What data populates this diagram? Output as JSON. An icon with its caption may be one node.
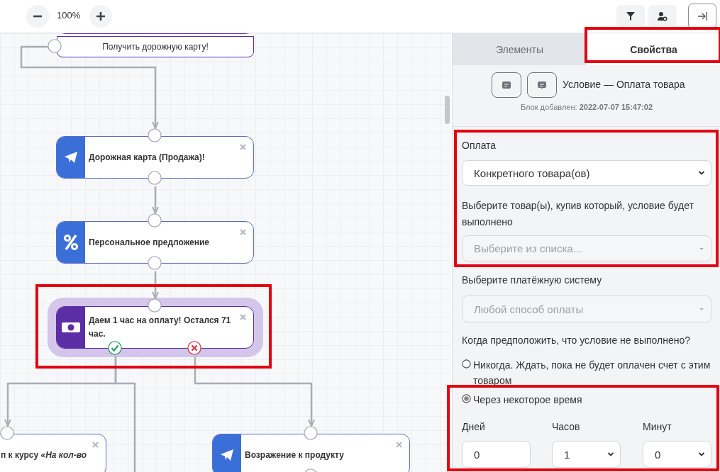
{
  "diagram": {
    "nodes": [
      {
        "text": [],
        "shape": "box"
      },
      {
        "text": [
          "Получить дорожную карту!"
        ]
      },
      {
        "text": [
          "Дорожная карта (Продажа)!"
        ]
      },
      {
        "text": [
          "Персональное предложение"
        ]
      },
      {
        "text": [
          "Даем 1 час на оплату! Остался 71 час."
        ]
      },
      {
        "text": [
          "п к курсу *«На кол-во*"
        ]
      },
      {
        "text": [
          "Возражение к продукту"
        ]
      }
    ],
    "edges": [
      {
        "from": 1,
        "to": 2,
        "arrow": "to"
      },
      {
        "from": 2,
        "to": 3,
        "arrow": "to"
      },
      {
        "from": 3,
        "to": 4,
        "arrow": "to"
      },
      {
        "from": 4,
        "to": 5,
        "arrow": "to"
      },
      {
        "from": 4,
        "to": null,
        "arrow": "none"
      },
      {
        "from": 4,
        "to": 6,
        "arrow": "to"
      }
    ],
    "labels": [
      "100%",
      "Элементы",
      "Свойства",
      "Условие — Оплата товара",
      "Блок добавлен: **2022-07-07 15:47:02**",
      "Оплата",
      "Конкретного товара(ов)",
      "Выберите товар(ы), купив который, условие будет выполнено",
      "Выберите из списка...",
      "Выберите платёжную систему",
      "Любой способ оплаты",
      "Когда предположить, что условие не выполнено?",
      "Никогда. Ждать, пока не будет оплачен счет с этим товаром",
      "Через некоторое время",
      "Дней",
      "Часов",
      "Минут",
      "0",
      "1",
      "0"
    ]
  }
}
